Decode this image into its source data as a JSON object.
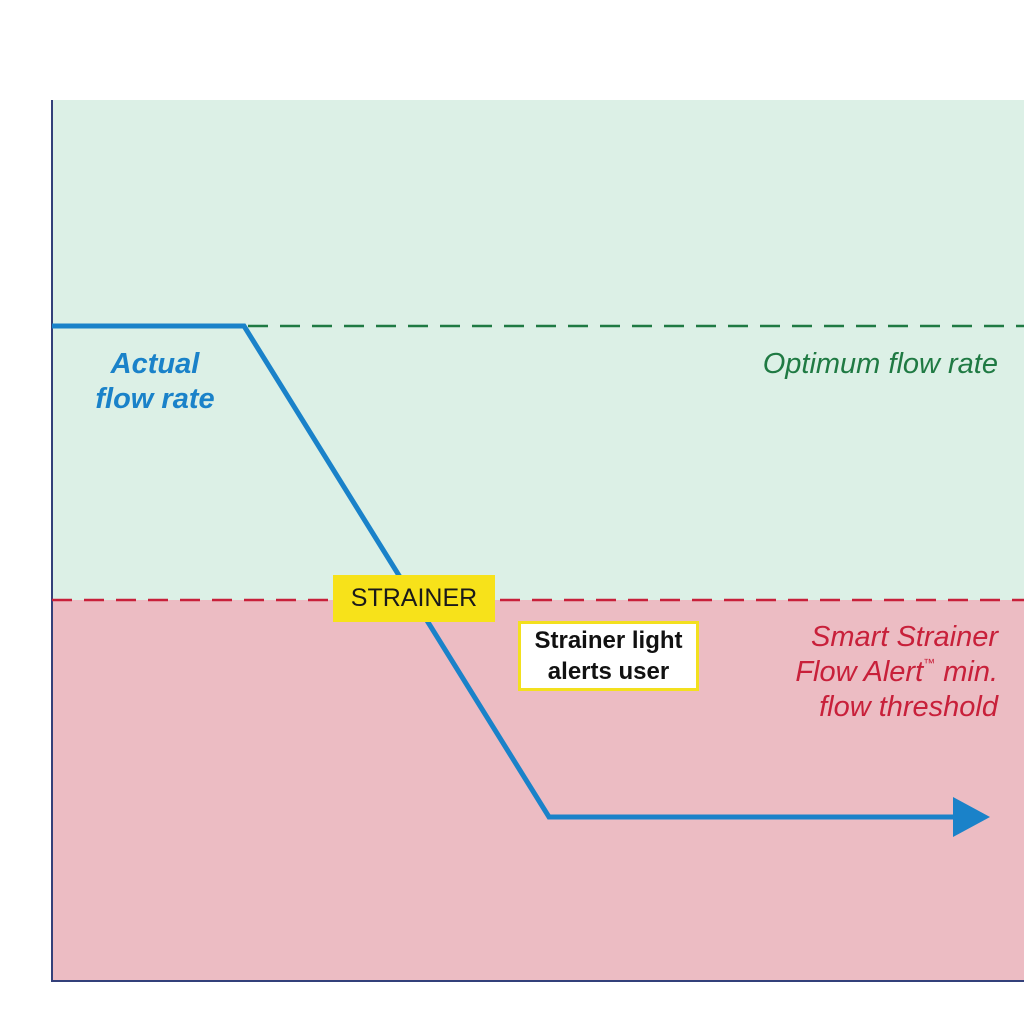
{
  "labels": {
    "actual_flow_rate": "Actual flow rate",
    "optimum_flow_rate": "Optimum flow rate",
    "threshold_line1": "Smart Strainer",
    "threshold_line2": "Flow Alert",
    "threshold_tm": "™",
    "threshold_line2_suffix": " min.",
    "threshold_line3": "flow threshold",
    "strainer_tag": "STRAINER",
    "alert_line1": "Strainer light",
    "alert_line2": "alerts user"
  },
  "colors": {
    "optimum_zone": "#dcf0e6",
    "alert_zone": "#ecbcc3",
    "actual_flow": "#1a82c9",
    "optimum_line": "#1f7a43",
    "threshold_line": "#c8203a",
    "axis": "#33407a",
    "strainer_tag": "#f7e21a",
    "alert_box_border": "#f3e01e"
  }
}
